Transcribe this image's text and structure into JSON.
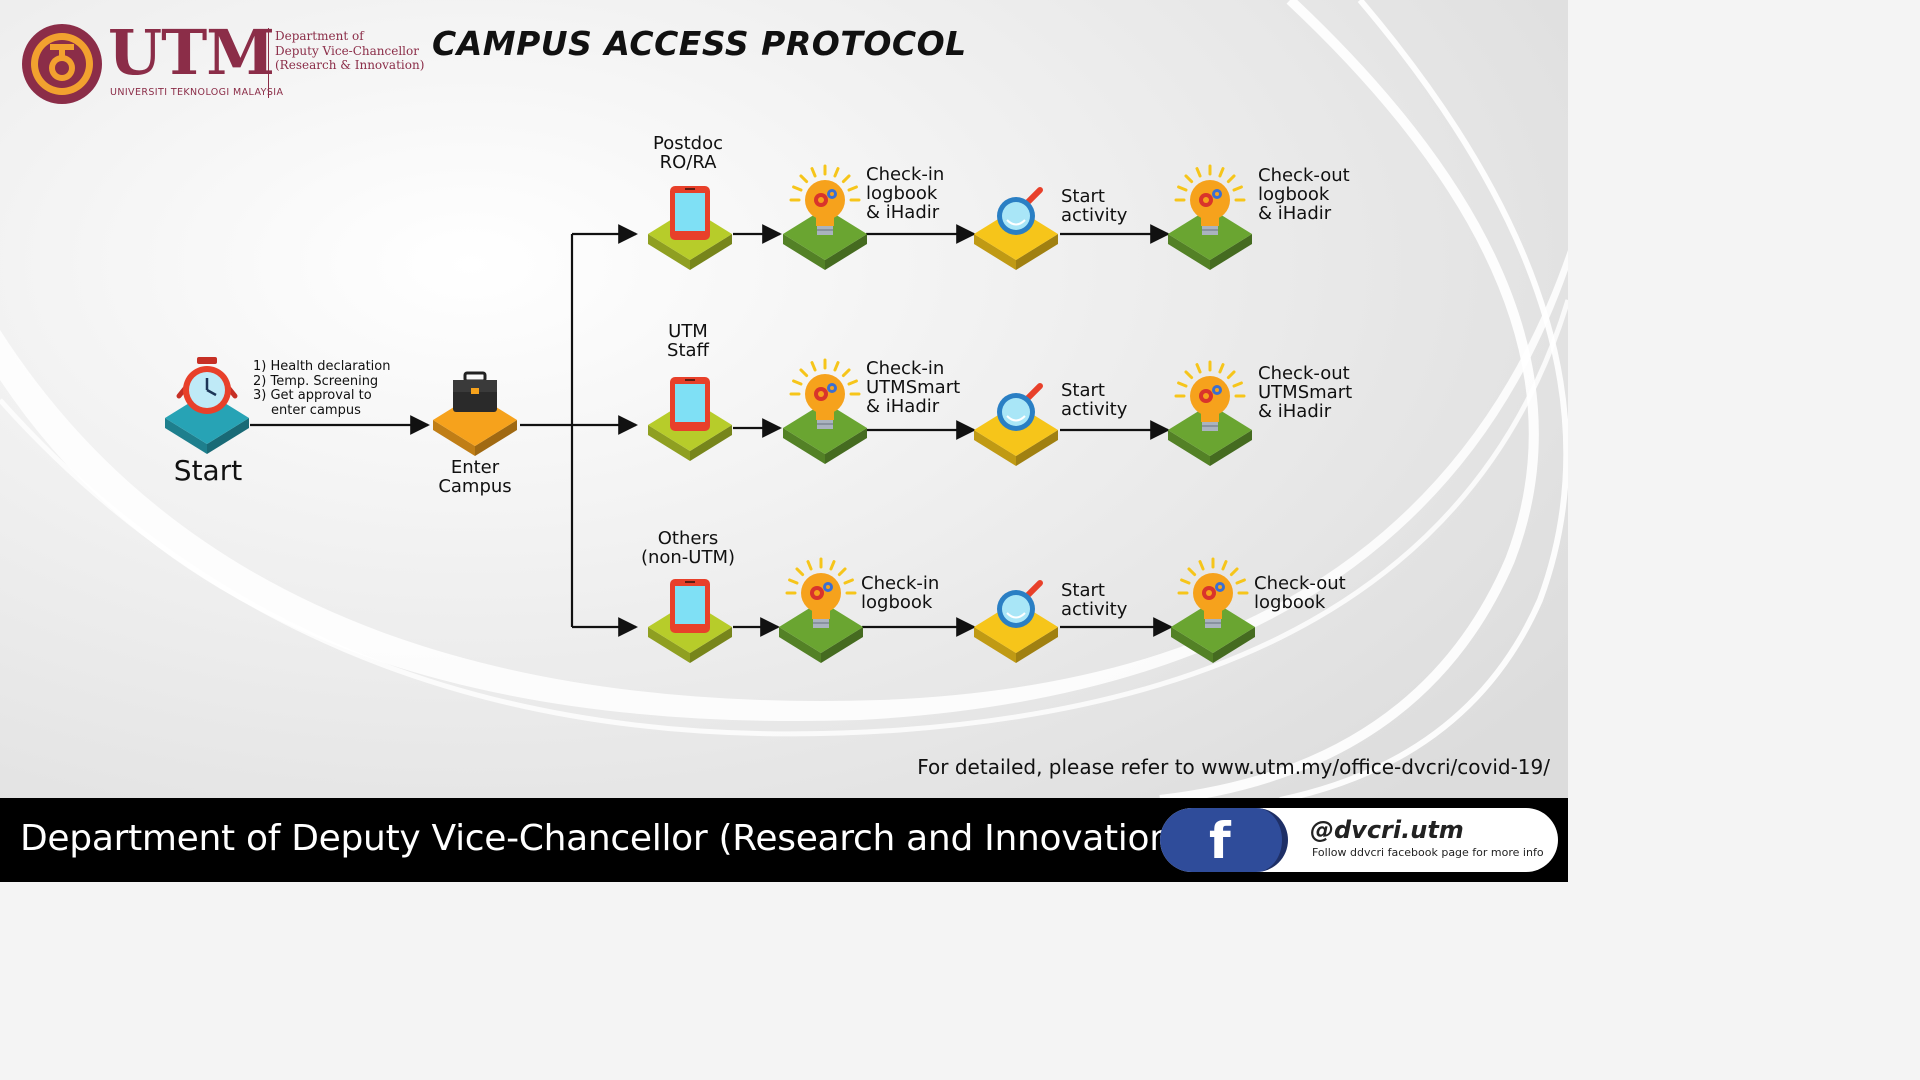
{
  "header": {
    "title": "CAMPUS ACCESS PROTOCOL",
    "logo": {
      "wordmark": "UTM",
      "university": "UNIVERSITI TEKNOLOGI MALAYSIA",
      "department_lines": [
        "Department of",
        "Deputy Vice-Chancellor",
        "(Research & Innovation)"
      ]
    }
  },
  "start": {
    "label": "Start",
    "icon": "alarm-clock-icon",
    "steps": [
      "1) Health declaration",
      "2) Temp. Screening",
      "3) Get approval to",
      "enter campus"
    ]
  },
  "enter": {
    "label": "Enter\nCampus",
    "icon": "briefcase-icon"
  },
  "rows": [
    {
      "category": "Postdoc\nRO/RA",
      "checkin": "Check-in\nlogbook\n& iHadir",
      "activity": "Start\nactivity",
      "checkout": "Check-out\nlogbook\n& iHadir"
    },
    {
      "category": "UTM\nStaff",
      "checkin": "Check-in\nUTMSmart\n& iHadir",
      "activity": "Start\nactivity",
      "checkout": "Check-out\nUTMSmart\n& iHadir"
    },
    {
      "category": "Others\n(non-UTM)",
      "checkin": "Check-in\nlogbook",
      "activity": "Start\nactivity",
      "checkout": "Check-out\nlogbook"
    }
  ],
  "icons": {
    "category": "smartphone-icon",
    "checkin": "lightbulb-gear-icon",
    "activity": "magnifier-icon",
    "checkout": "lightbulb-gear-icon"
  },
  "reference": "For detailed, please refer to www.utm.my/office-dvcri/covid-19/",
  "footer": {
    "department": "Department of Deputy Vice-Chancellor (Research and Innovation)",
    "facebook_letter": "f",
    "facebook_handle": "@dvcri.utm",
    "facebook_note": "Follow ddvcri facebook page for more info"
  },
  "colors": {
    "teal": "#27a3b5",
    "orange": "#f6a21c",
    "lime": "#b7cc2a",
    "green": "#6aa531",
    "yellow": "#f6c51a",
    "brand": "#8b2d48",
    "facebook": "#2f4c9a"
  }
}
